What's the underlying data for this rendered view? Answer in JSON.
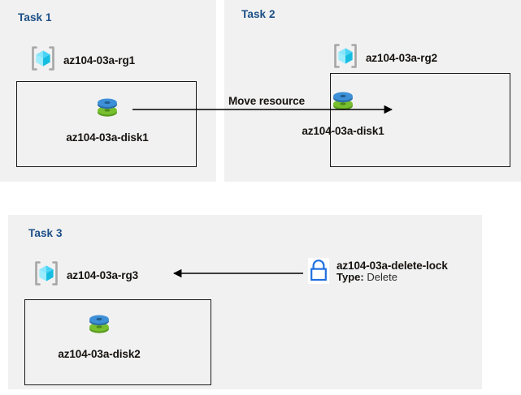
{
  "diagram": {
    "title": "Azure resource group tasks diagram",
    "background": "#ffffff",
    "panel_background": "#f1f1f1",
    "title_color": "#1b4f86",
    "text_color": "#16120e",
    "line_color": "#000000",
    "lock_color": "#1f6fe0",
    "rg_cube_color": "#5ad7f5",
    "disk_top_color": "#3c8fd6",
    "disk_bottom_color": "#6cb32a"
  },
  "tasks": [
    {
      "id": "task1",
      "title": "Task 1",
      "resource_group": {
        "icon": "resource-group-icon",
        "label": "az104-03a-rg1"
      },
      "resource": {
        "icon": "managed-disk-icon",
        "label": "az104-03a-disk1"
      }
    },
    {
      "id": "task2",
      "title": "Task 2",
      "resource_group": {
        "icon": "resource-group-icon",
        "label": "az104-03a-rg2"
      },
      "resource": {
        "icon": "managed-disk-icon",
        "label": "az104-03a-disk1"
      }
    },
    {
      "id": "task3",
      "title": "Task 3",
      "resource_group": {
        "icon": "resource-group-icon",
        "label": "az104-03a-rg3"
      },
      "resource": {
        "icon": "managed-disk-icon",
        "label": "az104-03a-disk2"
      },
      "lock": {
        "icon": "lock-icon",
        "name": "az104-03a-delete-lock",
        "type_key": "Type:",
        "type_value": "Delete"
      }
    }
  ],
  "connectors": {
    "move_resource_label": "Move resource",
    "lock_arrow_direction": "left",
    "move_arrow_direction": "right"
  }
}
